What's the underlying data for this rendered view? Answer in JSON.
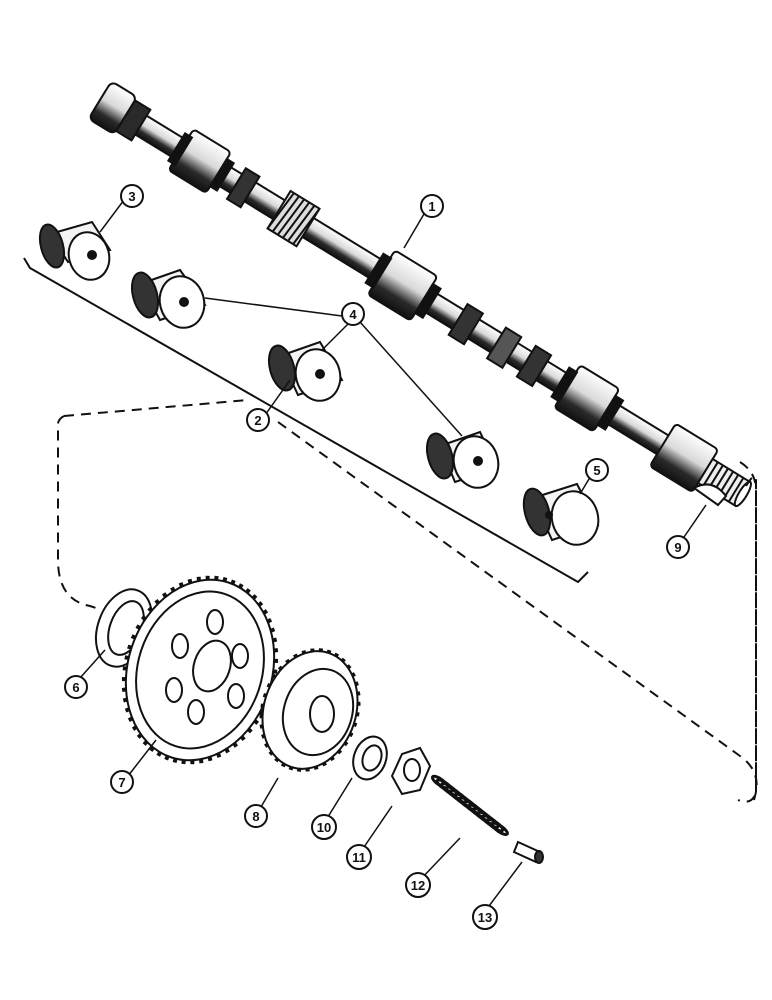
{
  "callouts": {
    "c1": "1",
    "c2": "2",
    "c3": "3",
    "c4": "4",
    "c5": "5",
    "c6": "6",
    "c7": "7",
    "c8": "8",
    "c9": "9",
    "c10": "10",
    "c11": "11",
    "c12": "12",
    "c13": "13"
  },
  "colors": {
    "ink": "#111111",
    "paper": "#ffffff",
    "shade": "#2a2a2a"
  }
}
